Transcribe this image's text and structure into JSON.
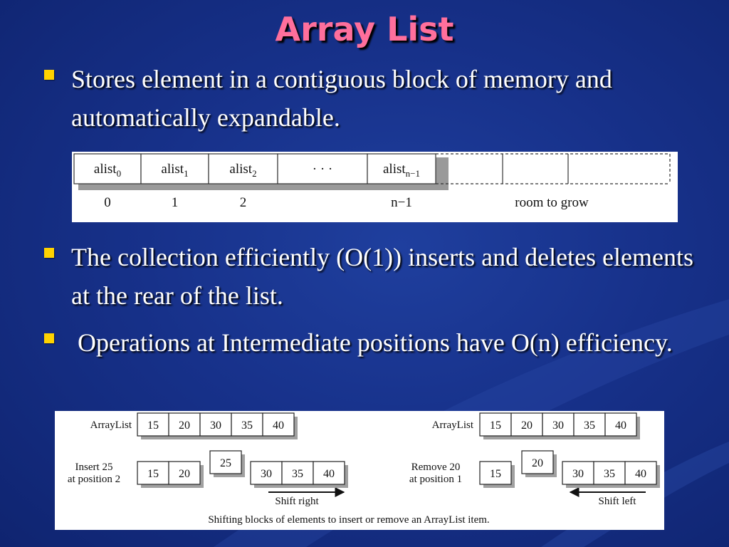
{
  "slide": {
    "title": "Array List",
    "bullets": [
      "Stores element in a contiguous block of memory and automatically expandable.",
      "The collection efficiently (O(1)) inserts and deletes elements at the rear of the list.",
      " Operations at Intermediate positions have O(n) efficiency."
    ]
  },
  "figure1": {
    "cells": [
      {
        "base": "alist",
        "sub": "0"
      },
      {
        "base": "alist",
        "sub": "1"
      },
      {
        "base": "alist",
        "sub": "2"
      },
      {
        "base": "· · ·",
        "sub": ""
      },
      {
        "base": "alist",
        "sub": "n−1"
      }
    ],
    "indices": [
      "0",
      "1",
      "2",
      "",
      "n−1"
    ],
    "grow_label": "room to grow"
  },
  "figure2": {
    "left": {
      "list_label": "ArrayList",
      "list_values": [
        "15",
        "20",
        "30",
        "35",
        "40"
      ],
      "op_label_1": "Insert 25",
      "op_label_2": "at position 2",
      "kept_values": [
        "15",
        "20"
      ],
      "moving_value": "25",
      "shifted_values": [
        "30",
        "35",
        "40"
      ],
      "shift_label": "Shift right"
    },
    "right": {
      "list_label": "ArrayList",
      "list_values": [
        "15",
        "20",
        "30",
        "35",
        "40"
      ],
      "op_label_1": "Remove 20",
      "op_label_2": "at position 1",
      "kept_values": [
        "15"
      ],
      "moving_value": "20",
      "shifted_values": [
        "30",
        "35",
        "40"
      ],
      "shift_label": "Shift left"
    },
    "caption": "Shifting blocks of elements to insert or remove an ArrayList item."
  },
  "colors": {
    "title": "#ff6f9c",
    "bullet_mark": "#ffd200",
    "text": "#ffffff"
  }
}
